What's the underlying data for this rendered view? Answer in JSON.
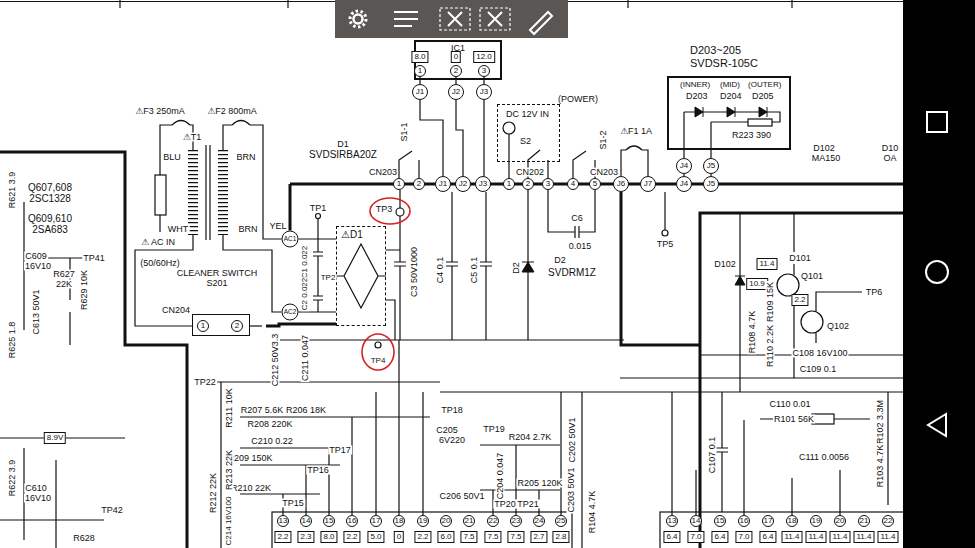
{
  "diagram": {
    "nodes": [
      {
        "text": [
          "IC1"
        ]
      },
      {
        "text": [
          "D203~205 SVDSR-105C",
          "(INNER)",
          "(MID)",
          "(OUTER)",
          "D203",
          "D204",
          "D205",
          "R223 390"
        ]
      },
      {
        "text": [
          "(POWER)",
          "DC 12V IN",
          "S2"
        ]
      },
      {
        "text": [
          "⚠D1"
        ]
      },
      {
        "text": [
          "CLEANER SWITCH S201"
        ]
      }
    ],
    "edges": [
      {
        "from": 4,
        "to": 3,
        "arrow": "none"
      }
    ],
    "labels": [
      "R621 3.9",
      "Q607,608",
      "2SC1328",
      "Q609,610",
      "2SA683",
      "C609",
      "16V10",
      "R627",
      "22K",
      "C613 50V1",
      "R629 10K",
      "TP41",
      "R625 1.8",
      "8.9V",
      "R622 3.9",
      "C610",
      "16V10",
      "R628",
      "TP42",
      "⚠F3 250mA",
      "⚠F2 800mA",
      "⚠T1",
      "BLU",
      "BRN",
      "⚠ AC IN",
      "WHT",
      "BRN",
      "(50/60Hz)",
      "CN204",
      "1",
      "2",
      "YEL",
      "AC1",
      "AC2",
      "TP1",
      "C1 0.022",
      "C2 0.022",
      "TP2",
      "D1",
      "SVDSIRBA20Z",
      "TP3",
      "C3 50V1000",
      "TP4",
      "CN203",
      "S1-1",
      "1",
      "2",
      "J1",
      "J2",
      "J3",
      "8.0",
      "0",
      "12.0",
      "1",
      "2",
      "3",
      "J1",
      "J2",
      "J3",
      "C4 0.1",
      "C5 0.1",
      "CN202",
      "1",
      "2",
      "3",
      "4",
      "5",
      "CN203",
      "S1-2",
      "⚠F1 1A",
      "C6",
      "0.015",
      "D2",
      "D2",
      "SVDRM1Z",
      "TP5",
      "J6",
      "J7",
      "J4",
      "J5",
      "J4",
      "J5",
      "D102",
      "MA150",
      "D10",
      "OA",
      "D102",
      "11.4",
      "D101",
      "10.9",
      "Q101",
      "2.2",
      "Q102",
      "TP6",
      "R108 4.7K",
      "R109 15K",
      "R110 2.2K",
      "C108 16V100",
      "C109 0.1",
      "C110 0.01",
      "R101 56K",
      "R102 3.3M",
      "C111 0.0056",
      "R103 4.7K",
      "C107 0.1",
      "R104 4.7K",
      "C212 50V3.3",
      "C211 0.047",
      "TP22",
      "R211 10K",
      "R207 5.6K",
      "R206 18K",
      "R208 220K",
      "C210 0.22",
      "R209 150K",
      "TP17",
      "TP16",
      "R210 22K",
      "TP15",
      "R212 22K",
      "R213 22K",
      "C214 16V100",
      "TP18",
      "C205",
      "6V220",
      "TP19",
      "R204 2.7K",
      "C202 50V1",
      "C204 0.047",
      "C206 50V1",
      "R205 120K",
      "C203 50V1",
      "TP20",
      "TP21",
      "13",
      "14",
      "15",
      "16",
      "17",
      "18",
      "19",
      "20",
      "21",
      "22",
      "23",
      "24",
      "25",
      "2.2",
      "2.3",
      "8.0",
      "2.2",
      "5.0",
      "0",
      "2.2",
      "6.0",
      "7.5",
      "7.5",
      "7.5",
      "2.7",
      "2.8",
      "13",
      "14",
      "15",
      "16",
      "17",
      "18",
      "19",
      "20",
      "21",
      "22",
      "6.4",
      "7.0",
      "6.4",
      "7.0",
      "6.4",
      "11.4",
      "11.4",
      "11.4",
      "11.4",
      "11.4"
    ]
  }
}
